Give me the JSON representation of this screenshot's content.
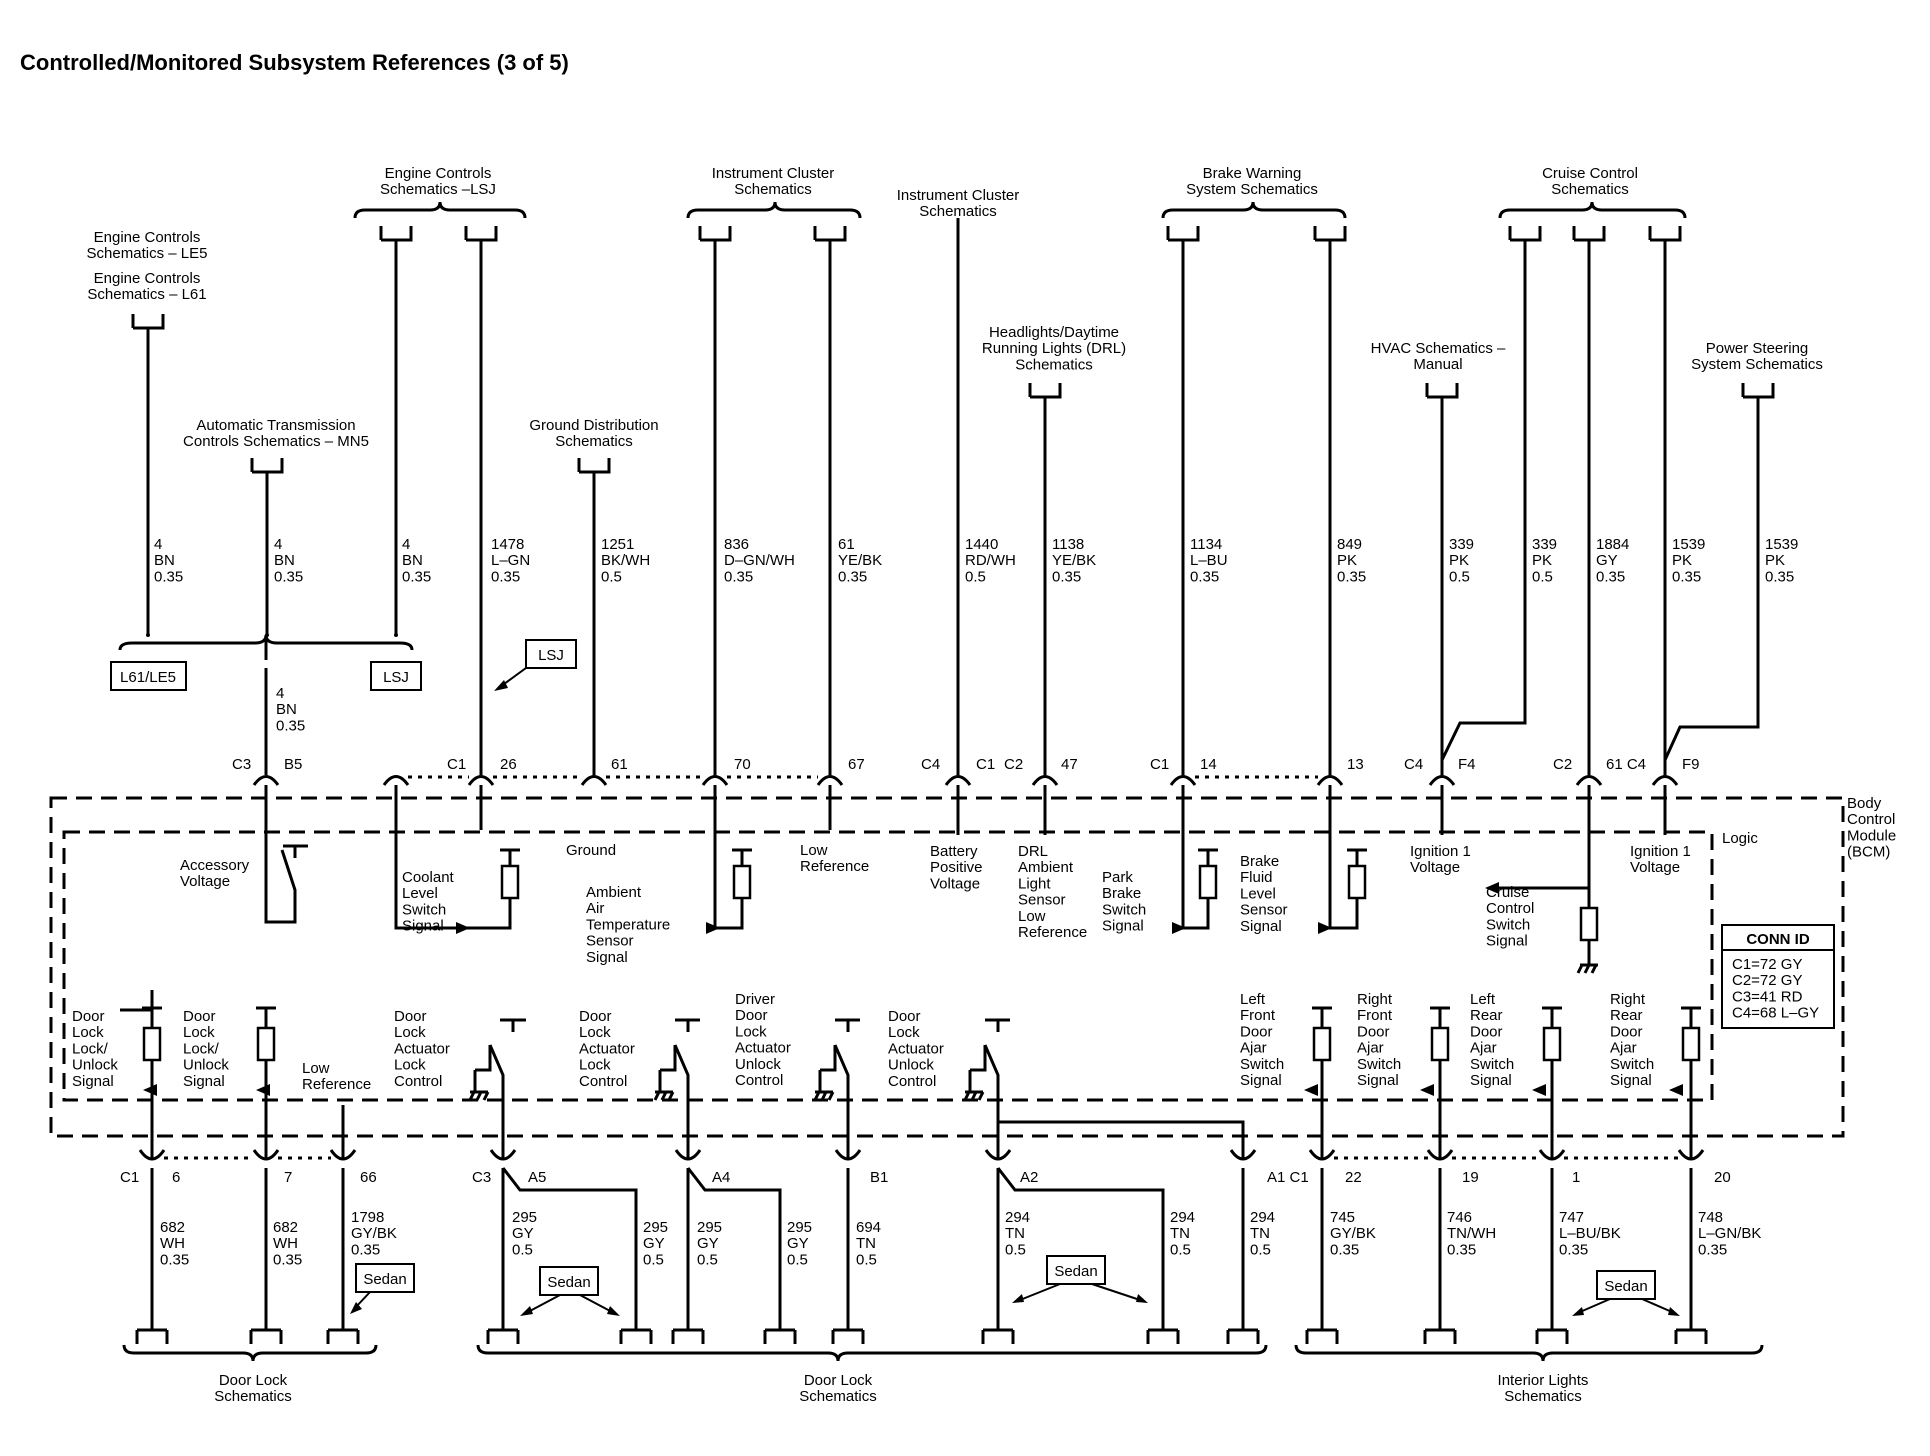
{
  "title": "Controlled/Monitored Subsystem References (3 of 5)",
  "references_top": {
    "engine_lsj": "Engine Controls\nSchematics –LSJ",
    "engine_le5": "Engine Controls\nSchematics – LE5",
    "engine_l61": "Engine Controls\nSchematics – L61",
    "trans_mn5": "Automatic Transmission\nControls Schematics – MN5",
    "ground_dist": "Ground Distribution\nSchematics",
    "ic_1": "Instrument Cluster\nSchematics",
    "ic_2": "Instrument Cluster\nSchematics",
    "drl": "Headlights/Daytime\nRunning Lights (DRL)\nSchematics",
    "brake": "Brake Warning\nSystem Schematics",
    "cruise": "Cruise Control\nSchematics",
    "hvac": "HVAC Schematics –\nManual",
    "power_steering": "Power Steering\nSystem Schematics"
  },
  "wires_top": [
    {
      "id": "w1",
      "label": "4\nBN\n0.35"
    },
    {
      "id": "w2",
      "label": "4\nBN\n0.35"
    },
    {
      "id": "w3",
      "label": "4\nBN\n0.35"
    },
    {
      "id": "w4",
      "label": "1478\nL–GN\n0.35"
    },
    {
      "id": "w5",
      "label": "1251\nBK/WH\n0.5"
    },
    {
      "id": "w6",
      "label": "836\nD–GN/WH\n0.35"
    },
    {
      "id": "w7",
      "label": "61\nYE/BK\n0.35"
    },
    {
      "id": "w8",
      "label": "1440\nRD/WH\n0.5"
    },
    {
      "id": "w9",
      "label": "1138\nYE/BK\n0.35"
    },
    {
      "id": "w10",
      "label": "1134\nL–BU\n0.35"
    },
    {
      "id": "w11",
      "label": "849\nPK\n0.35"
    },
    {
      "id": "w12",
      "label": "339\nPK\n0.5"
    },
    {
      "id": "w13",
      "label": "339\nPK\n0.5"
    },
    {
      "id": "w14",
      "label": "1884\nGY\n0.35"
    },
    {
      "id": "w15",
      "label": "1539\nPK\n0.35"
    },
    {
      "id": "w16",
      "label": "1539\nPK\n0.35"
    },
    {
      "id": "w17",
      "label": "4\nBN\n0.35"
    }
  ],
  "option_boxes": {
    "l61le5": "L61/LE5",
    "lsj_a": "LSJ",
    "lsj_b": "LSJ",
    "sedan": "Sedan"
  },
  "pins_top": {
    "c3": "C3",
    "b5": "B5",
    "c1a": "C1",
    "p26": "26",
    "p61": "61",
    "p70": "70",
    "p67": "67",
    "c4a": "C4",
    "c1b": "C1",
    "c2a": "C2",
    "p47": "47",
    "c1c": "C1",
    "p14": "14",
    "p13": "13",
    "c4b": "C4",
    "f4": "F4",
    "c2b": "C2",
    "p61c4": "61 C4",
    "f9": "F9"
  },
  "module": {
    "name": "Body\nControl\nModule\n(BCM)",
    "logic": "Logic",
    "conn_id_title": "CONN ID",
    "conn_id_lines": "C1=72 GY\nC2=72 GY\nC3=41 RD\nC4=68 L–GY"
  },
  "internal_labels": {
    "accessory": "Accessory\nVoltage",
    "coolant": "Coolant\nLevel\nSwitch\nSignal",
    "ground": "Ground",
    "ambient_air": "Ambient\nAir\nTemperature\nSensor\nSignal",
    "low_ref": "Low\nReference",
    "batt": "Battery\nPositive\nVoltage",
    "drl_sensor": "DRL\nAmbient\nLight\nSensor\nLow\nReference",
    "park_brake": "Park\nBrake\nSwitch\nSignal",
    "brake_fluid": "Brake\nFluid\nLevel\nSensor\nSignal",
    "ign1_a": "Ignition 1\nVoltage",
    "cruise_sw": "Cruise\nControl\nSwitch\nSignal",
    "ign1_b": "Ignition 1\nVoltage",
    "dl_signal_1": "Door\nLock\nLock/\nUnlock\nSignal",
    "dl_signal_2": "Door\nLock\nLock/\nUnlock\nSignal",
    "low_ref_2": "Low\nReference",
    "dla_lock_1": "Door\nLock\nActuator\nLock\nControl",
    "dla_lock_2": "Door\nLock\nActuator\nLock\nControl",
    "driver_unlock": "Driver\nDoor\nLock\nActuator\nUnlock\nControl",
    "dla_unlock": "Door\nLock\nActuator\nUnlock\nControl",
    "lf_ajar": "Left\nFront\nDoor\nAjar\nSwitch\nSignal",
    "rf_ajar": "Right\nFront\nDoor\nAjar\nSwitch\nSignal",
    "lr_ajar": "Left\nRear\nDoor\nAjar\nSwitch\nSignal",
    "rr_ajar": "Right\nRear\nDoor\nAjar\nSwitch\nSignal"
  },
  "pins_bottom": {
    "c1": "C1",
    "p6": "6",
    "p7": "7",
    "p66": "66",
    "c3": "C3",
    "a5": "A5",
    "a4": "A4",
    "b1": "B1",
    "a2": "A2",
    "a1c1": "A1 C1",
    "p22": "22",
    "p19": "19",
    "p1": "1",
    "p20": "20"
  },
  "wires_bottom": [
    {
      "id": "b1",
      "label": "682\nWH\n0.35"
    },
    {
      "id": "b2",
      "label": "682\nWH\n0.35"
    },
    {
      "id": "b3",
      "label": "1798\nGY/BK\n0.35"
    },
    {
      "id": "b4",
      "label": "295\nGY\n0.5"
    },
    {
      "id": "b5",
      "label": "295\nGY\n0.5"
    },
    {
      "id": "b6",
      "label": "295\nGY\n0.5"
    },
    {
      "id": "b7",
      "label": "295\nGY\n0.5"
    },
    {
      "id": "b8",
      "label": "694\nTN\n0.5"
    },
    {
      "id": "b9",
      "label": "294\nTN\n0.5"
    },
    {
      "id": "b10",
      "label": "294\nTN\n0.5"
    },
    {
      "id": "b11",
      "label": "294\nTN\n0.5"
    },
    {
      "id": "b12",
      "label": "745\nGY/BK\n0.35"
    },
    {
      "id": "b13",
      "label": "746\nTN/WH\n0.35"
    },
    {
      "id": "b14",
      "label": "747\nL–BU/BK\n0.35"
    },
    {
      "id": "b15",
      "label": "748\nL–GN/BK\n0.35"
    }
  ],
  "references_bottom": {
    "door_lock_1": "Door Lock\nSchematics",
    "door_lock_2": "Door Lock\nSchematics",
    "interior": "Interior Lights\nSchematics"
  }
}
